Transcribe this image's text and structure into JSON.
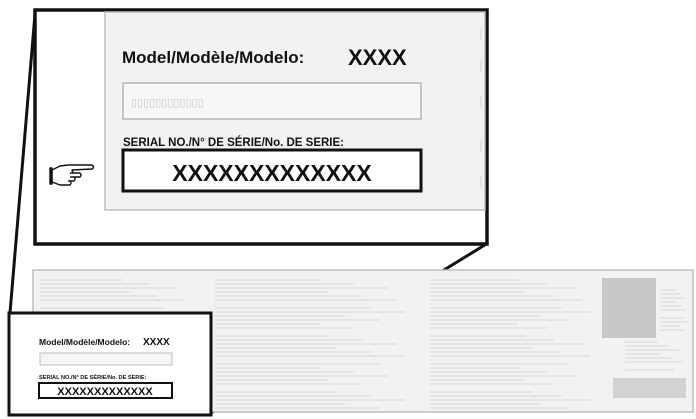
{
  "zoom_label": {
    "model_text": "Model/Modèle/Modelo:",
    "model_value": "XXXX",
    "serial_label": "SERIAL NO./N° DE SÉRIE/No. DE SERIE:",
    "serial_value": "XXXXXXXXXXXXX"
  },
  "small_label": {
    "model_text": "Model/Modèle/Modelo:",
    "model_value": "XXXX",
    "serial_label": "SERIAL NO./N° DE SÉRIE/No. DE SERIE:",
    "serial_value": "XXXXXXXXXXXXX"
  },
  "pointer_icon": "pointing-hand-icon",
  "colors": {
    "outline": "#111111",
    "label_fill": "#f2f2f2",
    "border_gray": "#bdbdbd",
    "filler_line": "#d6d6d6",
    "block_gray": "#c8c8c8"
  }
}
